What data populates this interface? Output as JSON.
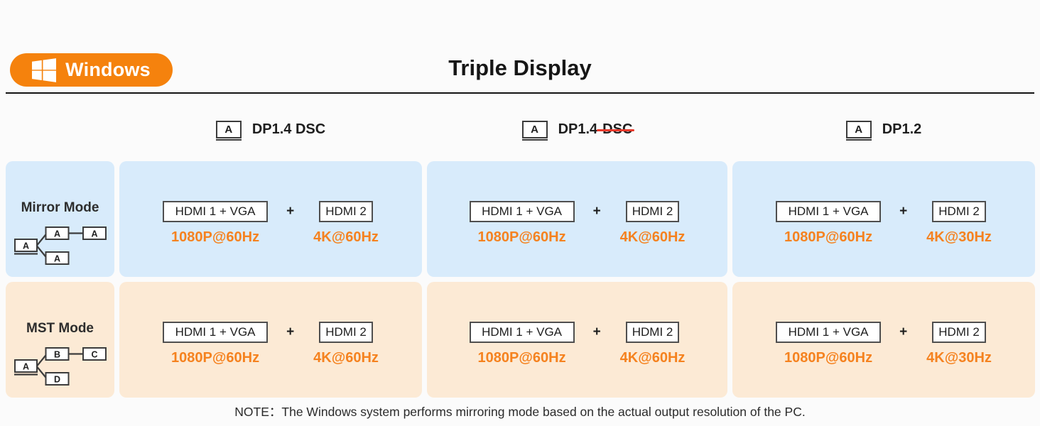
{
  "colors": {
    "accent_orange": "#F5820D",
    "resolution_orange": "#F5821F",
    "strike_red": "#E8392B",
    "mirror_row_bg": "#D8EBFB",
    "mst_row_bg": "#FCEAD5"
  },
  "header": {
    "platform": "Windows",
    "title": "Triple Display"
  },
  "columns": [
    {
      "icon_label": "A",
      "label": "DP1.4 DSC",
      "struck": ""
    },
    {
      "icon_label": "A",
      "label": "DP1.4",
      "struck": "DSC"
    },
    {
      "icon_label": "A",
      "label": "DP1.2",
      "struck": ""
    }
  ],
  "rows": [
    {
      "label": "Mirror Mode",
      "diagram": {
        "source": "A",
        "branch_top": "A",
        "branch_right": "A",
        "branch_bottom": "A"
      },
      "cells": [
        {
          "box1": "HDMI 1 + VGA",
          "plus": "+",
          "box2": "HDMI 2",
          "res1": "1080P@60Hz",
          "res2": "4K@60Hz"
        },
        {
          "box1": "HDMI 1 + VGA",
          "plus": "+",
          "box2": "HDMI 2",
          "res1": "1080P@60Hz",
          "res2": "4K@60Hz"
        },
        {
          "box1": "HDMI 1 + VGA",
          "plus": "+",
          "box2": "HDMI 2",
          "res1": "1080P@60Hz",
          "res2": "4K@30Hz"
        }
      ]
    },
    {
      "label": "MST Mode",
      "diagram": {
        "source": "A",
        "branch_top": "B",
        "branch_right": "C",
        "branch_bottom": "D"
      },
      "cells": [
        {
          "box1": "HDMI 1 + VGA",
          "plus": "+",
          "box2": "HDMI 2",
          "res1": "1080P@60Hz",
          "res2": "4K@60Hz"
        },
        {
          "box1": "HDMI 1 + VGA",
          "plus": "+",
          "box2": "HDMI 2",
          "res1": "1080P@60Hz",
          "res2": "4K@60Hz"
        },
        {
          "box1": "HDMI 1 + VGA",
          "plus": "+",
          "box2": "HDMI 2",
          "res1": "1080P@60Hz",
          "res2": "4K@30Hz"
        }
      ]
    }
  ],
  "footer": {
    "note": "NOTE：The Windows system performs mirroring mode based on the actual output resolution of the PC."
  }
}
